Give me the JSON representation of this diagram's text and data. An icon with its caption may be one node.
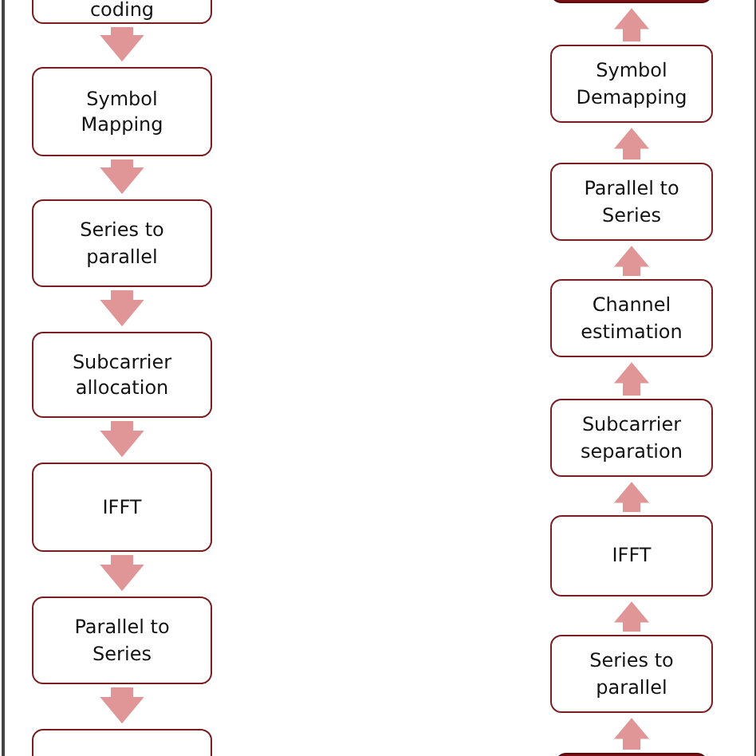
{
  "diagram": {
    "nodes": [
      {
        "text": [
          "coding"
        ]
      },
      {
        "text": [
          "Symbol Mapping"
        ]
      },
      {
        "text": [
          "Series to parallel"
        ]
      },
      {
        "text": [
          "Subcarrier allocation"
        ]
      },
      {
        "text": [
          "IFFT"
        ]
      },
      {
        "text": [
          "Parallel to Series"
        ]
      },
      {
        "text": [],
        "shape": "box"
      },
      {
        "text": [],
        "shape": "box"
      },
      {
        "text": [
          "Symbol Demapping"
        ]
      },
      {
        "text": [
          "Parallel to Series"
        ]
      },
      {
        "text": [
          "Channel estimation"
        ]
      },
      {
        "text": [
          "Subcarrier separation"
        ]
      },
      {
        "text": [
          "IFFT"
        ]
      },
      {
        "text": [
          "Series to parallel"
        ]
      },
      {
        "text": [],
        "shape": "box"
      }
    ],
    "edges": [
      {
        "from": 0,
        "to": 1,
        "arrow": "to"
      },
      {
        "from": 1,
        "to": 2,
        "arrow": "to"
      },
      {
        "from": 2,
        "to": 3,
        "arrow": "to"
      },
      {
        "from": 3,
        "to": 4,
        "arrow": "to"
      },
      {
        "from": 4,
        "to": 5,
        "arrow": "to"
      },
      {
        "from": 5,
        "to": 6,
        "arrow": "to"
      },
      {
        "from": 14,
        "to": 13,
        "arrow": "to"
      },
      {
        "from": 13,
        "to": 12,
        "arrow": "to"
      },
      {
        "from": 12,
        "to": 11,
        "arrow": "to"
      },
      {
        "from": 11,
        "to": 10,
        "arrow": "to"
      },
      {
        "from": 10,
        "to": 9,
        "arrow": "to"
      },
      {
        "from": 9,
        "to": 8,
        "arrow": "to"
      },
      {
        "from": 8,
        "to": 7,
        "arrow": "to"
      }
    ]
  }
}
